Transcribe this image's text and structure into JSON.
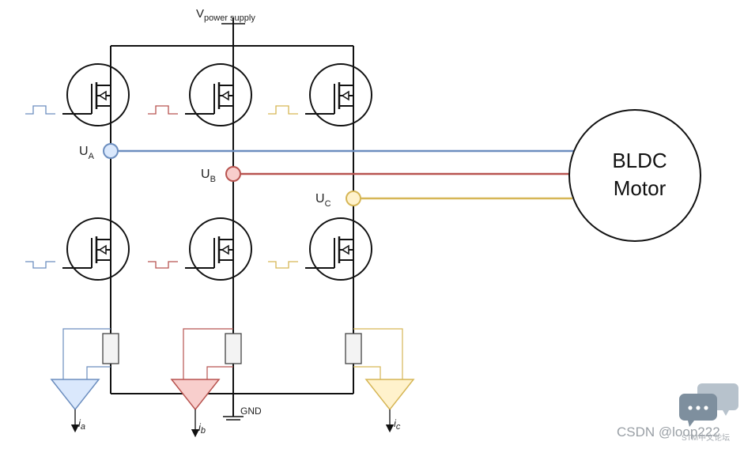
{
  "supply": {
    "label": "V",
    "sub": "power supply"
  },
  "ground": {
    "label": "GND"
  },
  "nodes": [
    {
      "label": "U",
      "sub": "A",
      "color": "#6c8ebf",
      "fill": "#dae8fc"
    },
    {
      "label": "U",
      "sub": "B",
      "color": "#b85450",
      "fill": "#f8cecc"
    },
    {
      "label": "U",
      "sub": "C",
      "color": "#d6b656",
      "fill": "#fff2cc"
    }
  ],
  "motor": {
    "line1": "BLDC",
    "line2": "Motor"
  },
  "currents": [
    {
      "label": "i",
      "sub": "a"
    },
    {
      "label": "i",
      "sub": "b"
    },
    {
      "label": "i",
      "sub": "c"
    }
  ],
  "colors": {
    "wire": "#111111",
    "phase_a": "#6c8ebf",
    "phase_b": "#b85450",
    "phase_c": "#d6b656"
  },
  "watermark": {
    "text": "CSDN @loop222",
    "subtext": "STM中文论坛"
  }
}
